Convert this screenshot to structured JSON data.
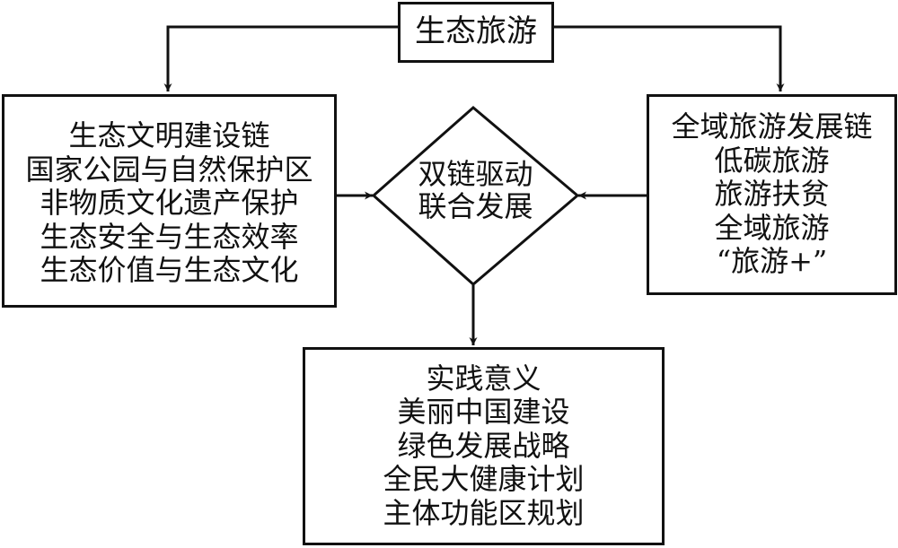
{
  "top_node": {
    "label": "生态旅游"
  },
  "left_node": {
    "title": "生态文明建设链",
    "items": [
      "国家公园与自然保护区",
      "非物质文化遗产保护",
      "生态安全与生态效率",
      "生态价值与生态文化"
    ]
  },
  "right_node": {
    "title": "全域旅游发展链",
    "items": [
      "低碳旅游",
      "旅游扶贫",
      "全域旅游",
      "“旅游+”"
    ]
  },
  "center_node": {
    "lines": [
      "双链驱动",
      "联合发展"
    ]
  },
  "bottom_node": {
    "title": "实践意义",
    "items": [
      "美丽中国建设",
      "绿色发展战略",
      "全民大健康计划",
      "主体功能区规划"
    ]
  },
  "edges": [
    {
      "from": "生态旅游",
      "to": "生态文明建设链"
    },
    {
      "from": "生态旅游",
      "to": "全域旅游发展链"
    },
    {
      "from": "生态文明建设链",
      "to": "双链驱动 联合发展"
    },
    {
      "from": "全域旅游发展链",
      "to": "双链驱动 联合发展"
    },
    {
      "from": "双链驱动 联合发展",
      "to": "实践意义"
    }
  ]
}
